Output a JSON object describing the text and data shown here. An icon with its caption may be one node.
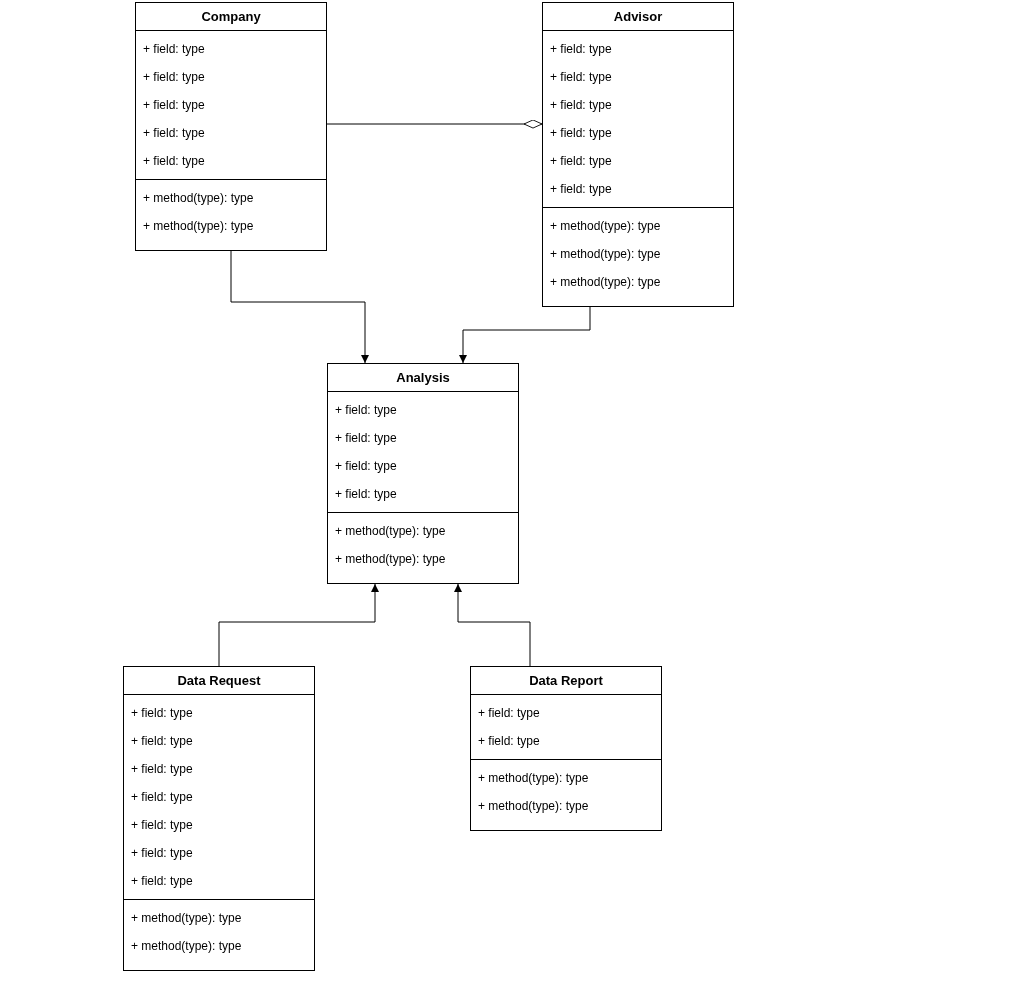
{
  "diagram": {
    "nodes": [
      {
        "text": [
          "Company"
        ]
      },
      {
        "text": [
          "+ field: type",
          "+ field: type",
          "+ field: type",
          "+ field: type",
          "+ field: type"
        ],
        "in": 0
      },
      {
        "text": [
          "+ method(type): type",
          "+ method(type): type"
        ],
        "in": 0
      },
      {
        "text": [
          "Advisor"
        ]
      },
      {
        "text": [
          "+ field: type",
          "+ field: type",
          "+ field: type",
          "+ field: type",
          "+ field: type",
          "+ field: type"
        ],
        "in": 3
      },
      {
        "text": [
          "+ method(type): type",
          "+ method(type): type",
          "+ method(type): type"
        ],
        "in": 3
      },
      {
        "text": [
          "Analysis"
        ]
      },
      {
        "text": [
          "+ field: type",
          "+ field: type",
          "+ field: type",
          "+ field: type"
        ],
        "in": 6
      },
      {
        "text": [
          "+ method(type): type",
          "+ method(type): type"
        ],
        "in": 6
      },
      {
        "text": [
          "Data Request"
        ]
      },
      {
        "text": [
          "+ field: type",
          "+ field: type",
          "+ field: type",
          "+ field: type",
          "+ field: type",
          "+ field: type",
          "+ field: type"
        ],
        "in": 9
      },
      {
        "text": [
          "+ method(type): type",
          "+ method(type): type"
        ],
        "in": 9
      },
      {
        "text": [
          "Data Report"
        ]
      },
      {
        "text": [
          "+ field: type",
          "+ field: type"
        ],
        "in": 12
      },
      {
        "text": [
          "+ method(type): type",
          "+ method(type): type"
        ],
        "in": 12
      }
    ],
    "edges": [
      {
        "from": 0,
        "to": 3,
        "arrow": "other"
      },
      {
        "from": 0,
        "to": 6,
        "arrow": "to"
      },
      {
        "from": 3,
        "to": 6,
        "arrow": "to"
      },
      {
        "from": 9,
        "to": 6,
        "arrow": "to"
      },
      {
        "from": 12,
        "to": 6,
        "arrow": "to"
      }
    ]
  }
}
